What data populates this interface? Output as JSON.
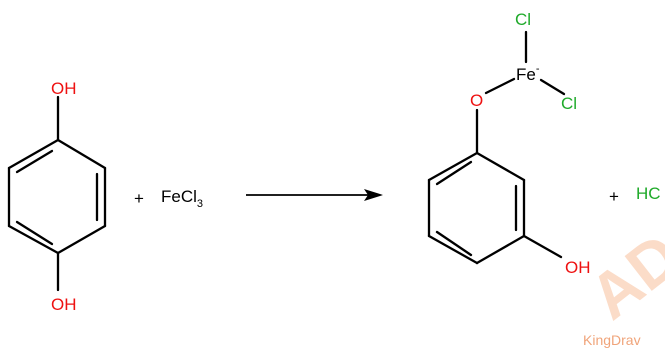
{
  "colors": {
    "bond": "#000000",
    "oxygen": "#ee1111",
    "chlorine": "#1faa2a",
    "iron": "#000000",
    "watermark": "#f0a47a"
  },
  "reactant1": {
    "oh_top": "OH",
    "oh_bottom": "OH"
  },
  "reactant2": {
    "plus": "+",
    "formula_main": "FeCl",
    "formula_sub": "3"
  },
  "product1": {
    "o": "O",
    "fe": "Fe",
    "fe_charge": "-",
    "cl_top": "Cl",
    "cl_right": "Cl",
    "oh": "OH"
  },
  "product2": {
    "plus": "+",
    "formula": "HC"
  },
  "watermark": {
    "brand": "KingDrav",
    "letters": "AD"
  }
}
